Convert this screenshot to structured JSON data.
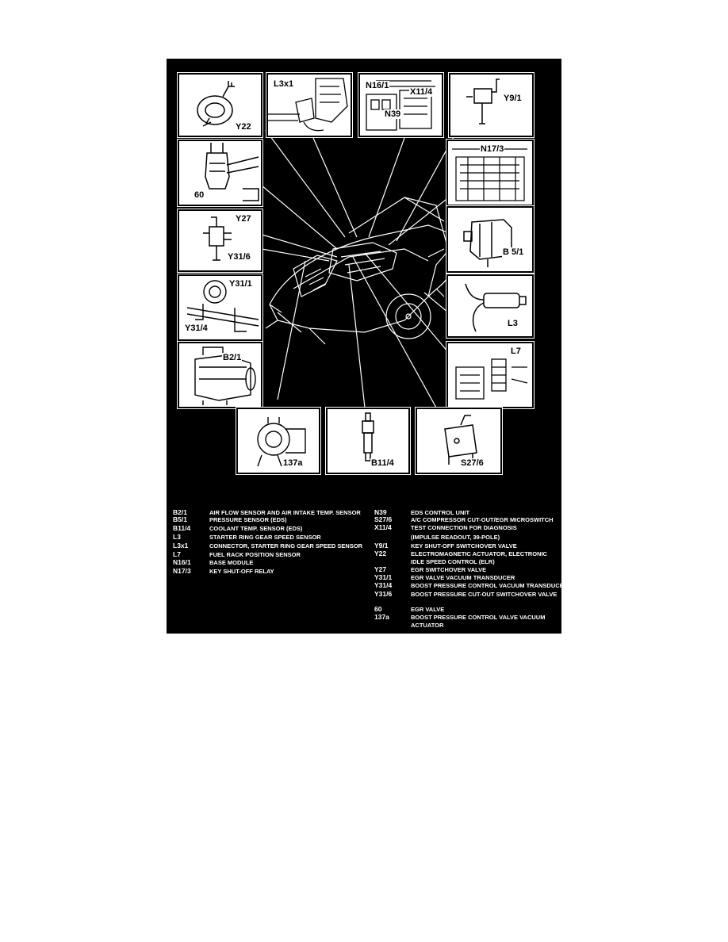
{
  "diagram": {
    "callouts": {
      "y22": "Y22",
      "l3x1": "L3x1",
      "n16_1": "N16/1",
      "x11_4": "X11/4",
      "n39": "N39",
      "y9_1": "Y9/1",
      "n17_3": "N17/3",
      "c60": "60",
      "y27": "Y27",
      "y31_6": "Y31/6",
      "b5_1": "B 5/1",
      "y31_1": "Y31/1",
      "y31_4": "Y31/4",
      "l3": "L3",
      "b2_1": "B2/1",
      "l7": "L7",
      "c137a": "137a",
      "b11_4": "B11/4",
      "s27_6": "S27/6"
    }
  },
  "legend": {
    "left": [
      {
        "code": "B2/1",
        "desc": "AIR FLOW SENSOR AND AIR INTAKE TEMP. SENSOR"
      },
      {
        "code": "B5/1",
        "desc": "PRESSURE SENSOR (EDS)"
      },
      {
        "code": "B11/4",
        "desc": "COOLANT TEMP. SENSOR (EDS)"
      },
      {
        "code": "L3",
        "desc": "STARTER RING GEAR SPEED SENSOR"
      },
      {
        "code": "L3x1",
        "desc": "CONNECTOR, STARTER RING GEAR SPEED SENSOR"
      },
      {
        "code": "L7",
        "desc": "FUEL RACK POSITION SENSOR"
      },
      {
        "code": "N16/1",
        "desc": "BASE MODULE"
      },
      {
        "code": "N17/3",
        "desc": "KEY SHUT-OFF RELAY"
      }
    ],
    "right": [
      {
        "code": "N39",
        "desc": "EDS CONTROL UNIT"
      },
      {
        "code": "S27/6",
        "desc": "A/C COMPRESSOR CUT-OUT/EGR MICROSWITCH"
      },
      {
        "code": "X11/4",
        "desc": "TEST CONNECTION FOR DIAGNOSIS"
      },
      {
        "code": "",
        "desc": "(IMPULSE READOUT, 39-POLE)"
      },
      {
        "code": "Y9/1",
        "desc": "KEY SHUT-OFF SWITCHOVER VALVE"
      },
      {
        "code": "Y22",
        "desc": "ELECTROMAGNETIC ACTUATOR, ELECTRONIC"
      },
      {
        "code": "",
        "desc": "IDLE SPEED CONTROL (ELR)"
      },
      {
        "code": "Y27",
        "desc": "EGR SWITCHOVER VALVE"
      },
      {
        "code": "Y31/1",
        "desc": "EGR VALVE VACUUM TRANSDUCER"
      },
      {
        "code": "Y31/4",
        "desc": "BOOST PRESSURE CONTROL VACUUM TRANSDUCER"
      },
      {
        "code": "Y31/6",
        "desc": "BOOST PRESSURE CUT-OUT SWITCHOVER VALVE"
      },
      {
        "code": "60",
        "desc": "EGR VALVE"
      },
      {
        "code": "137a",
        "desc": "BOOST PRESSURE CONTROL VALVE VACUUM"
      },
      {
        "code": "",
        "desc": "ACTUATOR"
      }
    ]
  }
}
